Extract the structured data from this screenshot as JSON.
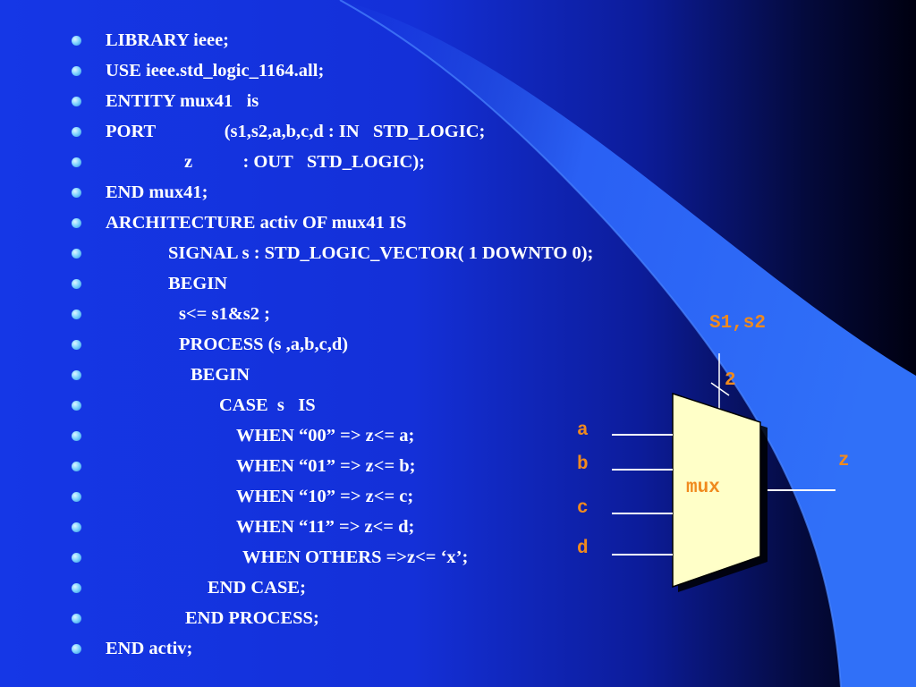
{
  "code_lines": [
    "LIBRARY ieee;",
    "USE ieee.std_logic_1164.all;",
    "ENTITY mux41   is",
    "PORT               (s1,s2,a,b,c,d : IN   STD_LOGIC;",
    "z           : OUT   STD_LOGIC);",
    "END mux41;",
    "ARCHITECTURE activ OF mux41 IS",
    "SIGNAL s : STD_LOGIC_VECTOR( 1 DOWNTO 0);",
    "BEGIN",
    "s<= s1&s2 ;",
    "PROCESS (s ,a,b,c,d)",
    "BEGIN",
    "CASE  s   IS",
    "WHEN “00” => z<= a;",
    "WHEN “01” => z<= b;",
    "WHEN “10” => z<= c;",
    "WHEN “11” => z<= d;",
    "WHEN OTHERS =>z<= ‘x’;",
    "END CASE;",
    "END PROCESS;",
    "END activ;"
  ],
  "diagram": {
    "select_label": "S1,s2",
    "bus_width": "2",
    "inputs": [
      "a",
      "b",
      "c",
      "d"
    ],
    "block_label": "mux",
    "output_label": "z"
  },
  "colors": {
    "text": "#ffffff",
    "label": "#f08a1e",
    "mux_fill": "#ffffc8",
    "bullet": "#7fd4ff",
    "background_left": "#1537e6",
    "background_right": "#000010",
    "swoosh": "#2f6cf5"
  }
}
